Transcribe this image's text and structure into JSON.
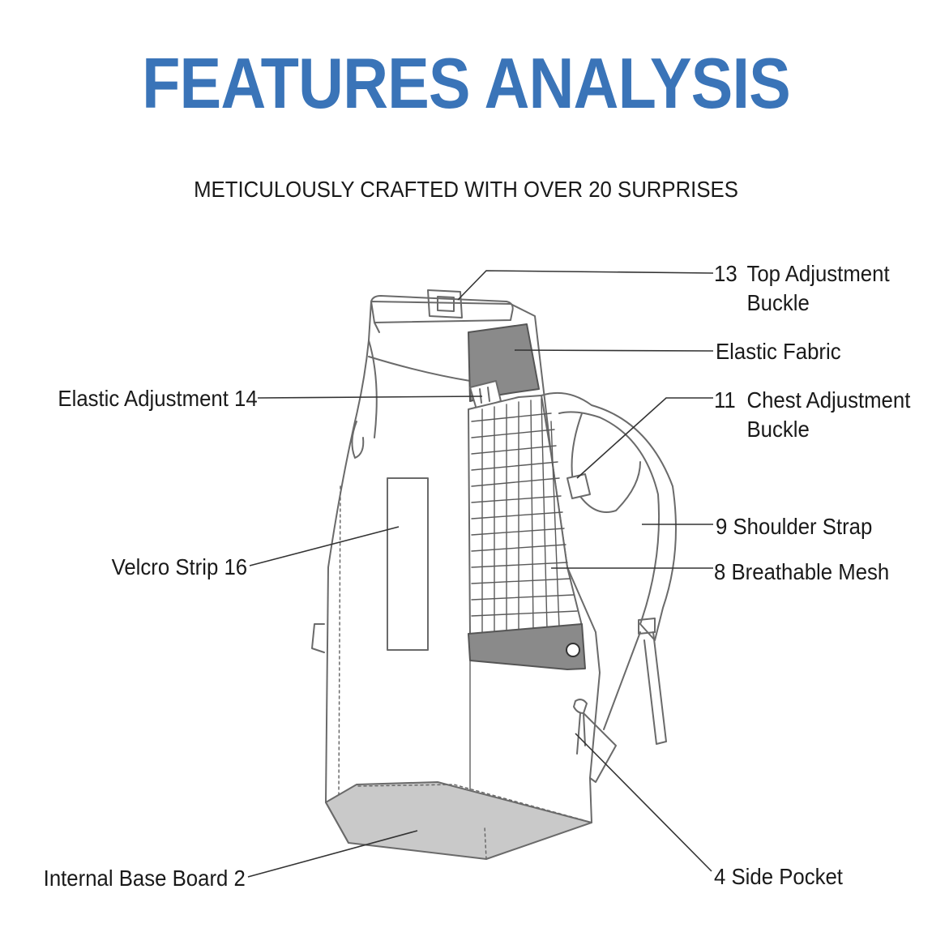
{
  "header": {
    "title": "FEATURES ANALYSIS",
    "subtitle": "METICULOUSLY CRAFTED WITH OVER 20 SURPRISES"
  },
  "callouts": {
    "top_adjustment_buckle": {
      "number": "13",
      "line1": "Top Adjustment",
      "line2": "Buckle"
    },
    "elastic_fabric": {
      "text": "Elastic Fabric"
    },
    "elastic_adjustment": {
      "text": "Elastic Adjustment 14"
    },
    "chest_adjustment_buckle": {
      "number": "11",
      "line1": "Chest Adjustment",
      "line2": "Buckle"
    },
    "shoulder_strap": {
      "text": "9 Shoulder Strap"
    },
    "breathable_mesh": {
      "text": "8 Breathable Mesh"
    },
    "velcro_strip": {
      "text": "Velcro Strip 16"
    },
    "internal_base_board": {
      "text": "Internal Base Board 2"
    },
    "side_pocket": {
      "text": "4 Side Pocket"
    }
  },
  "colors": {
    "title": "#3a74b8",
    "text": "#1a1a1a",
    "outline": "#6a6a6a",
    "gray_panel": "#8a8a8a",
    "base_board": "#c9c9c9"
  }
}
